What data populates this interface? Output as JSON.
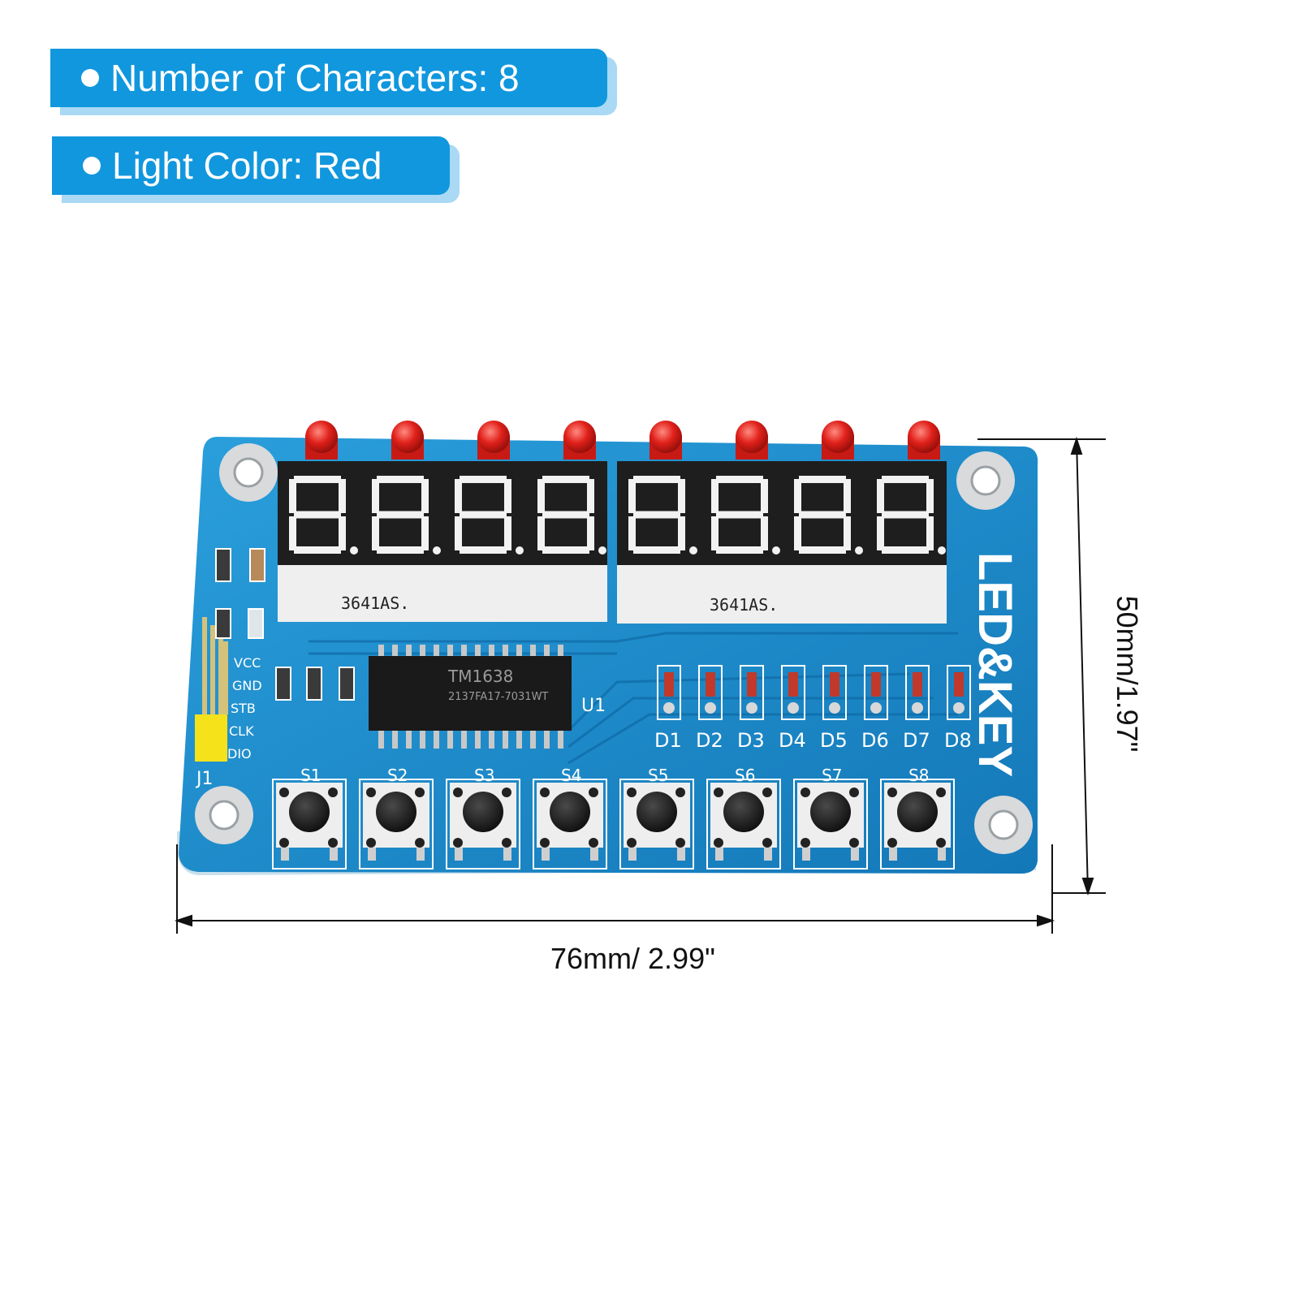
{
  "specs": [
    {
      "label": "Number of Characters: 8"
    },
    {
      "label": "Light Color: Red"
    }
  ],
  "colors": {
    "badge": "#1197dd",
    "badge_shadow": "#a9d9f4",
    "pcb": "#1c8fcf",
    "led": "#e0201a",
    "segment_off": "#f2f2f2"
  },
  "board": {
    "title": "LED&KEY",
    "display_part": "3641AS.",
    "chip_name": "TM1638",
    "chip_code": "2137FA17-7031WT",
    "chip_ref": "U1",
    "header_ref": "J1",
    "pins": [
      "VCC",
      "GND",
      "STB",
      "CLK",
      "DIO"
    ],
    "leds": [
      "D1",
      "D2",
      "D3",
      "D4",
      "D5",
      "D6",
      "D7",
      "D8"
    ],
    "buttons": [
      "S1",
      "S2",
      "S3",
      "S4",
      "S5",
      "S6",
      "S7",
      "S8"
    ]
  },
  "dimensions": {
    "width_label": "76mm/ 2.99\"",
    "height_label": "50mm/1.97\""
  }
}
